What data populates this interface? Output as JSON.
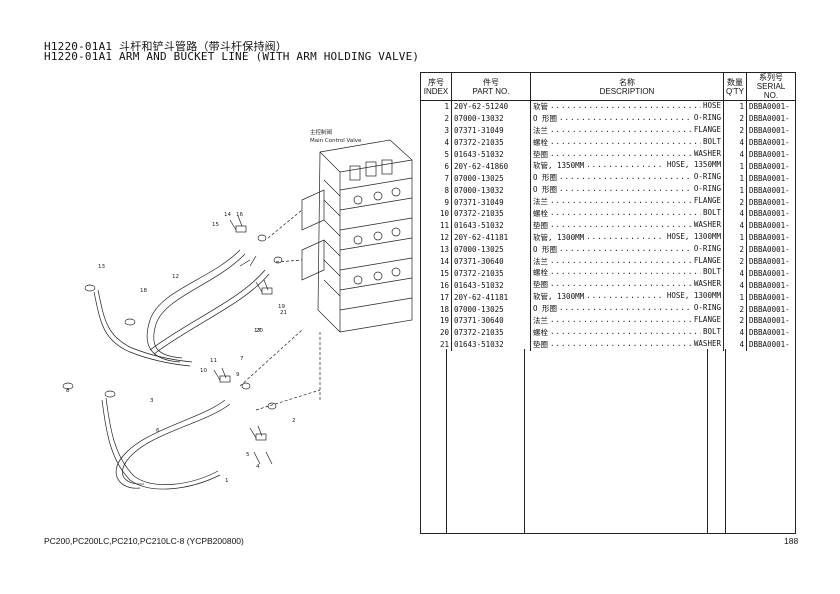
{
  "header": {
    "title_cn": "H1220-01A1 斗杆和铲斗管路（带斗杆保持阀）",
    "title_en": "H1220-01A1 ARM AND BUCKET LINE (WITH ARM HOLDING VALVE)"
  },
  "diagram": {
    "label_cn": "主控制阀",
    "label_en": "Main Control Valve",
    "callouts": [
      "1",
      "2",
      "3",
      "4",
      "5",
      "6",
      "7",
      "8",
      "9",
      "10",
      "11",
      "12",
      "13",
      "14",
      "15",
      "16",
      "17",
      "18",
      "19",
      "20",
      "21"
    ]
  },
  "table": {
    "headers": {
      "index_cn": "序号",
      "index_en": "INDEX",
      "partno_cn": "件号",
      "partno_en": "PART NO.",
      "desc_cn": "名称",
      "desc_en": "DESCRIPTION",
      "qty_cn": "数量",
      "qty_en": "Q'TY",
      "serial_cn": "系列号",
      "serial_en": "SERIAL NO."
    },
    "rows": [
      {
        "index": "1",
        "part_no": "20Y-62-51240",
        "desc_cn": "软管",
        "desc_en": "HOSE",
        "qty": "1",
        "serial": "DBBA0001-"
      },
      {
        "index": "2",
        "part_no": "07000-13032",
        "desc_cn": "O 形圈",
        "desc_en": "O-RING",
        "qty": "2",
        "serial": "DBBA0001-"
      },
      {
        "index": "3",
        "part_no": "07371-31049",
        "desc_cn": "法兰",
        "desc_en": "FLANGE",
        "qty": "2",
        "serial": "DBBA0001-"
      },
      {
        "index": "4",
        "part_no": "07372-21035",
        "desc_cn": "螺栓",
        "desc_en": "BOLT",
        "qty": "4",
        "serial": "DBBA0001-"
      },
      {
        "index": "5",
        "part_no": "01643-51032",
        "desc_cn": "垫圈",
        "desc_en": "WASHER",
        "qty": "4",
        "serial": "DBBA0001-"
      },
      {
        "index": "6",
        "part_no": "20Y-62-41860",
        "desc_cn": "软管, 1350MM",
        "desc_en": "HOSE, 1350MM",
        "qty": "1",
        "serial": "DBBA0001-"
      },
      {
        "index": "7",
        "part_no": "07000-13025",
        "desc_cn": "O 形圈",
        "desc_en": "O-RING",
        "qty": "1",
        "serial": "DBBA0001-"
      },
      {
        "index": "8",
        "part_no": "07000-13032",
        "desc_cn": "O 形圈",
        "desc_en": "O-RING",
        "qty": "1",
        "serial": "DBBA0001-"
      },
      {
        "index": "9",
        "part_no": "07371-31049",
        "desc_cn": "法兰",
        "desc_en": "FLANGE",
        "qty": "2",
        "serial": "DBBA0001-"
      },
      {
        "index": "10",
        "part_no": "07372-21035",
        "desc_cn": "螺栓",
        "desc_en": "BOLT",
        "qty": "4",
        "serial": "DBBA0001-"
      },
      {
        "index": "11",
        "part_no": "01643-51032",
        "desc_cn": "垫圈",
        "desc_en": "WASHER",
        "qty": "4",
        "serial": "DBBA0001-"
      },
      {
        "index": "12",
        "part_no": "20Y-62-41181",
        "desc_cn": "软管, 1300MM",
        "desc_en": "HOSE, 1300MM",
        "qty": "1",
        "serial": "DBBA0001-"
      },
      {
        "index": "13",
        "part_no": "07000-13025",
        "desc_cn": "O 形圈",
        "desc_en": "O-RING",
        "qty": "2",
        "serial": "DBBA0001-"
      },
      {
        "index": "14",
        "part_no": "07371-30640",
        "desc_cn": "法兰",
        "desc_en": "FLANGE",
        "qty": "2",
        "serial": "DBBA0001-"
      },
      {
        "index": "15",
        "part_no": "07372-21035",
        "desc_cn": "螺栓",
        "desc_en": "BOLT",
        "qty": "4",
        "serial": "DBBA0001-"
      },
      {
        "index": "16",
        "part_no": "01643-51032",
        "desc_cn": "垫圈",
        "desc_en": "WASHER",
        "qty": "4",
        "serial": "DBBA0001-"
      },
      {
        "index": "17",
        "part_no": "20Y-62-41181",
        "desc_cn": "软管, 1300MM",
        "desc_en": "HOSE, 1300MM",
        "qty": "1",
        "serial": "DBBA0001-"
      },
      {
        "index": "18",
        "part_no": "07000-13025",
        "desc_cn": "O 形圈",
        "desc_en": "O-RING",
        "qty": "2",
        "serial": "DBBA0001-"
      },
      {
        "index": "19",
        "part_no": "07371-30640",
        "desc_cn": "法兰",
        "desc_en": "FLANGE",
        "qty": "2",
        "serial": "DBBA0001-"
      },
      {
        "index": "20",
        "part_no": "07372-21035",
        "desc_cn": "螺栓",
        "desc_en": "BOLT",
        "qty": "4",
        "serial": "DBBA0001-"
      },
      {
        "index": "21",
        "part_no": "01643-51032",
        "desc_cn": "垫圈",
        "desc_en": "WASHER",
        "qty": "4",
        "serial": "DBBA0001-"
      }
    ]
  },
  "footer": {
    "models": "PC200,PC200LC,PC210,PC210LC-8 (YCPB200800)",
    "page_number": "188"
  }
}
